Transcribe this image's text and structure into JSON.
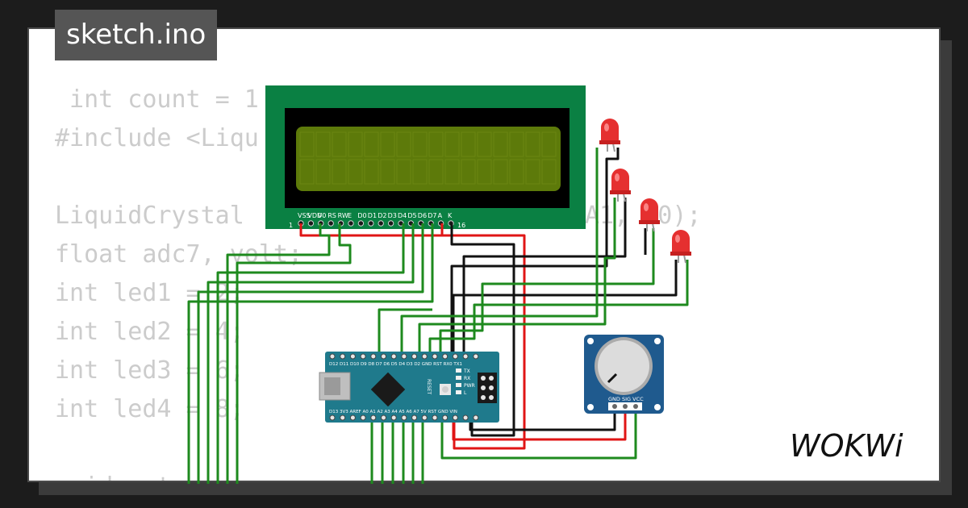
{
  "title": "sketch.ino",
  "code_lines": [
    " int count = 1",
    "#include <Liqu",
    "",
    "LiquidCrystal",
    "float adc7, volt;",
    "int led1 = 2;",
    "int led2 = 4;",
    "int led3 = 6;",
    "int led4 = 8;",
    "",
    "void setup"
  ],
  "code_tail": "A1, A0);",
  "brand": "WOKWi",
  "lcd": {
    "pin_labels": [
      "VSS",
      "VDD",
      "V0",
      "RS",
      "RW",
      "E",
      "D0",
      "D1",
      "D2",
      "D3",
      "D4",
      "D5",
      "D6",
      "D7",
      "A",
      "K"
    ],
    "pin_first": "1",
    "pin_last": "16"
  },
  "nano": {
    "top_pins": "D12 D11 D10 D9 D8 D7 D6 D5 D4 D3 D2 GND RST RX0 TX1",
    "bottom_pins": "D13 3V3 AREF A0 A1 A2 A3 A4 A5 A6 A7 5V RST GND VIN",
    "labels": [
      "RESET",
      "TX",
      "RX",
      "PWR",
      "L"
    ]
  },
  "pot": {
    "pins": "GND SIG VCC"
  },
  "colors": {
    "wire_green": "#1e8a1e",
    "wire_red": "#e01515",
    "wire_black": "#111111",
    "lcd_board": "#0a8043",
    "lcd_screen": "#5d7a0a",
    "nano_board": "#1f7a8c",
    "pot_board": "#1f5a8e",
    "led": "#e53030"
  }
}
